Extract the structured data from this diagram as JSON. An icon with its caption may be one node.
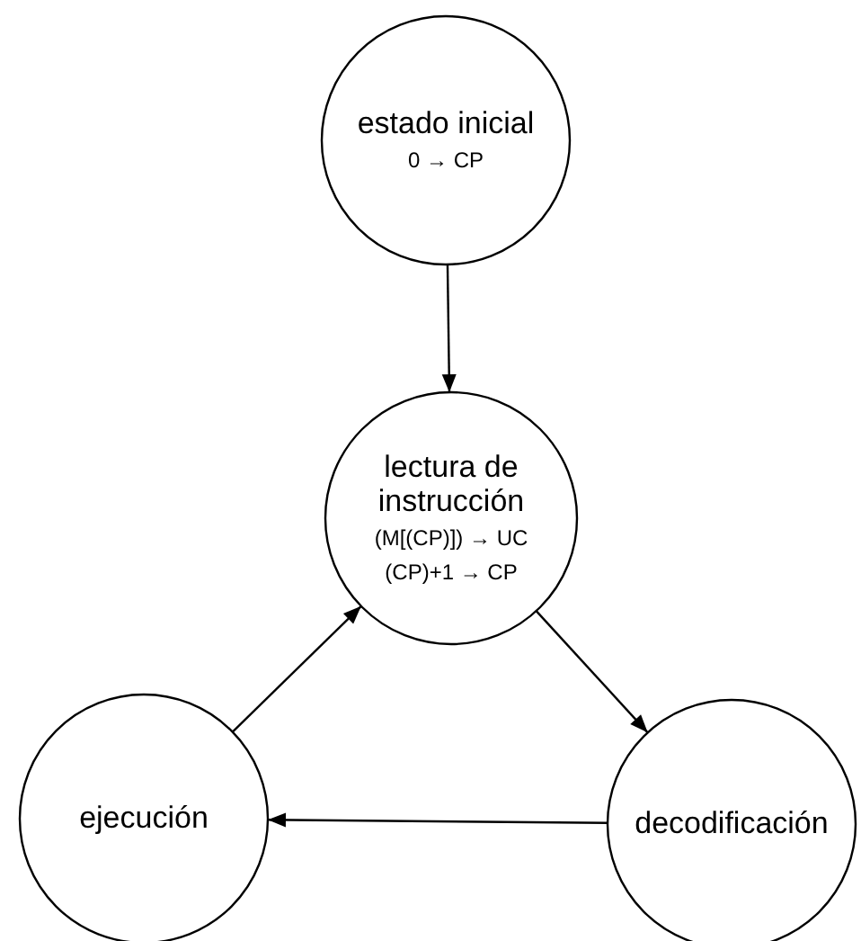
{
  "diagram": {
    "nodes": [
      {
        "text": [
          "estado inicial",
          "0 → CP"
        ]
      },
      {
        "text": [
          "lectura de instrucción",
          "(M[(CP)]) → UC",
          "(CP)+1 → CP"
        ]
      },
      {
        "text": [
          "ejecución"
        ]
      },
      {
        "text": [
          "decodificación"
        ]
      }
    ],
    "edges": [
      {
        "from": 0,
        "to": 1,
        "arrow": "to"
      },
      {
        "from": 1,
        "to": 3,
        "arrow": "to"
      },
      {
        "from": 3,
        "to": 2,
        "arrow": "to"
      },
      {
        "from": 2,
        "to": 1,
        "arrow": "to"
      }
    ]
  }
}
